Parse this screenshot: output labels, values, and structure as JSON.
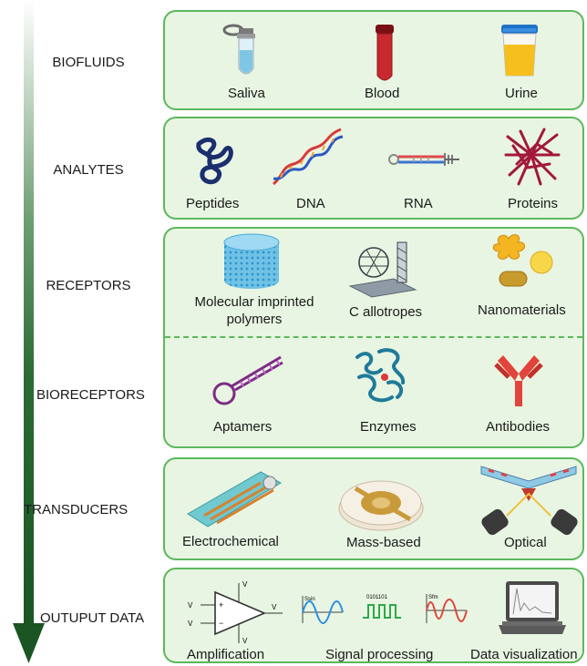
{
  "colors": {
    "panel_border": "#5cb85c",
    "panel_fill": "#e8f5e2",
    "arrow": "#1f5f2a"
  },
  "rows": [
    {
      "label": "BIOFLUIDS",
      "items": [
        "Saliva",
        "Blood",
        "Urine"
      ]
    },
    {
      "label": "ANALYTES",
      "items": [
        "Peptides",
        "DNA",
        "RNA",
        "Proteins"
      ]
    },
    {
      "label": "RECEPTORS",
      "items": [
        "Molecular imprinted polymers",
        "C allotropes",
        "Nanomaterials"
      ]
    },
    {
      "label": "BIORECEPTORS",
      "items": [
        "Aptamers",
        "Enzymes",
        "Antibodies"
      ]
    },
    {
      "label": "TRANSDUCERS",
      "items": [
        "Electrochemical",
        "Mass-based",
        "Optical"
      ]
    },
    {
      "label": "OUTUPUT DATA",
      "items": [
        "Amplification",
        "Signal processing",
        "Data visualization"
      ]
    }
  ],
  "amplifier_labels": {
    "vs_plus": "V",
    "vs_minus": "V",
    "vplus": "V",
    "vminus": "V",
    "vout": "V",
    "plus": "+",
    "minus": "−"
  },
  "signal_axis_labels": {
    "ssin": "Ssin",
    "sfm": "Sfm",
    "bits": "0101101"
  }
}
